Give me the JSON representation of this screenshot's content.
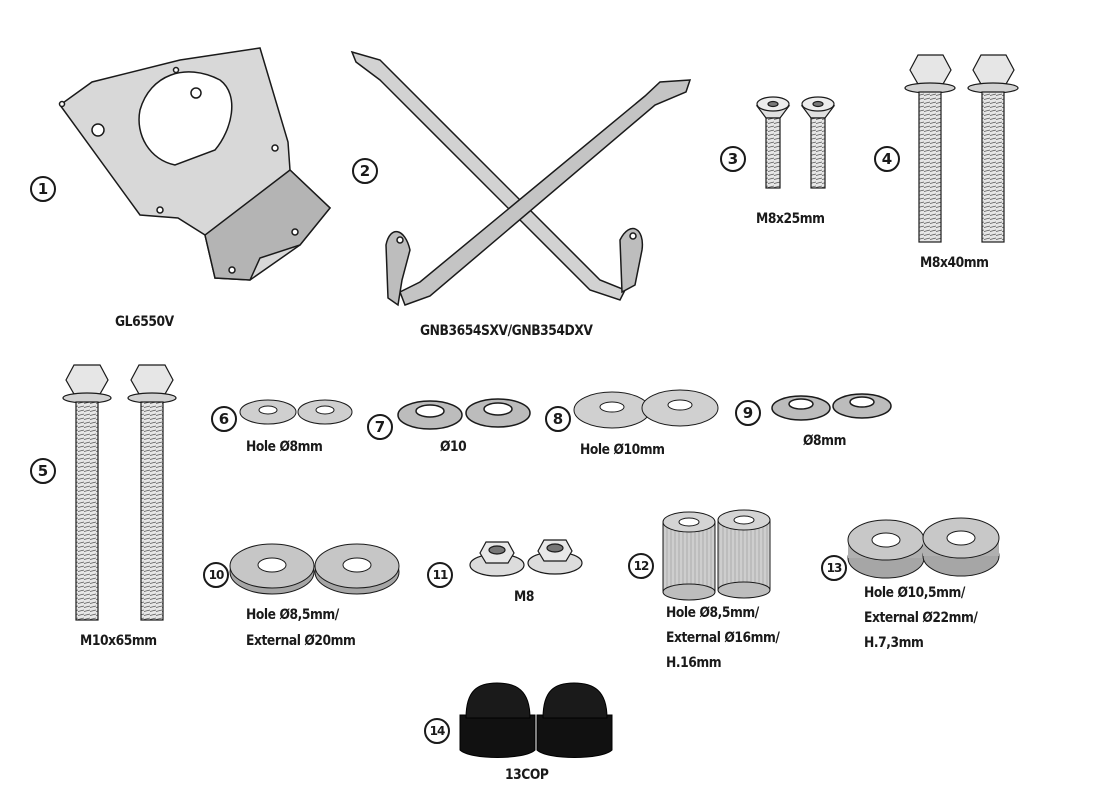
{
  "parts": [
    {
      "number": "1",
      "label_lines": [
        "GL6550V"
      ]
    },
    {
      "number": "2",
      "label_lines": [
        "GNB3654SXV/GNB354DXV"
      ]
    },
    {
      "number": "3",
      "label_lines": [
        "M8x25mm"
      ]
    },
    {
      "number": "4",
      "label_lines": [
        "M8x40mm"
      ]
    },
    {
      "number": "5",
      "label_lines": [
        "M10x65mm"
      ]
    },
    {
      "number": "6",
      "label_lines": [
        "Hole Ø8mm"
      ]
    },
    {
      "number": "7",
      "label_lines": [
        "Ø10"
      ]
    },
    {
      "number": "8",
      "label_lines": [
        "Hole Ø10mm"
      ]
    },
    {
      "number": "9",
      "label_lines": [
        "Ø8mm"
      ]
    },
    {
      "number": "10",
      "label_lines": [
        "Hole Ø8,5mm/",
        "External Ø20mm"
      ]
    },
    {
      "number": "11",
      "label_lines": [
        "M8"
      ]
    },
    {
      "number": "12",
      "label_lines": [
        "Hole Ø8,5mm/",
        "External Ø16mm/",
        "H.16mm"
      ]
    },
    {
      "number": "13",
      "label_lines": [
        "Hole Ø10,5mm/",
        "External Ø22mm/",
        "H.7,3mm"
      ]
    },
    {
      "number": "14",
      "label_lines": [
        "13COP"
      ]
    }
  ],
  "colors": {
    "line": "#1a1a1a",
    "metal": "#d6d6d6",
    "metal_dark": "#a8a8a8",
    "washer": "#c8c8c8",
    "cap": "#111111"
  }
}
